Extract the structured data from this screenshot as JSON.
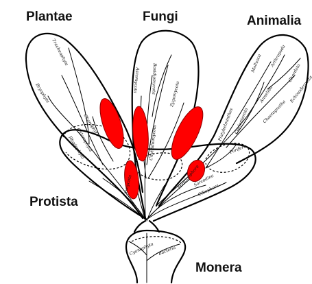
{
  "kingdoms": {
    "plantae": "Plantae",
    "fungi": "Fungi",
    "animalia": "Animalia",
    "protista": "Protista",
    "monera": "Monera"
  },
  "branches": {
    "tracheophyta": "Tracheophyta",
    "bryophyta": "Bryophyta",
    "chlorophyta": "Chlorophyta",
    "charophyta": "Charophyta",
    "rhodophyta": "Rhodophyta",
    "ascomycota": "Ascomycota",
    "basidiomycota": "Basidiomycota",
    "zygomycota": "Zygomycota",
    "chytridiomycota": "Chytridiomycota",
    "oomycota": "Oomycota",
    "mollusca": "Mollusca",
    "arthropoda": "Arthropoda",
    "chordata": "Chordata",
    "echinodermata": "Echinodermata",
    "annelida": "Annelida",
    "chaetognatha": "Chaetognatha",
    "coelenterata": "Coelenterata",
    "platyhelminthes": "Platyhelminthes",
    "porifera": "Porifera",
    "sarcodina": "Sarcodina",
    "ciliophora": "Ciliophora",
    "mastigophora": "Mastigophora",
    "bacteria": "Bacteria",
    "cyanophyta": "Cyanophyta"
  },
  "colors": {
    "marker_fill": "#ff0000",
    "line": "#000000",
    "background": "#ffffff"
  }
}
